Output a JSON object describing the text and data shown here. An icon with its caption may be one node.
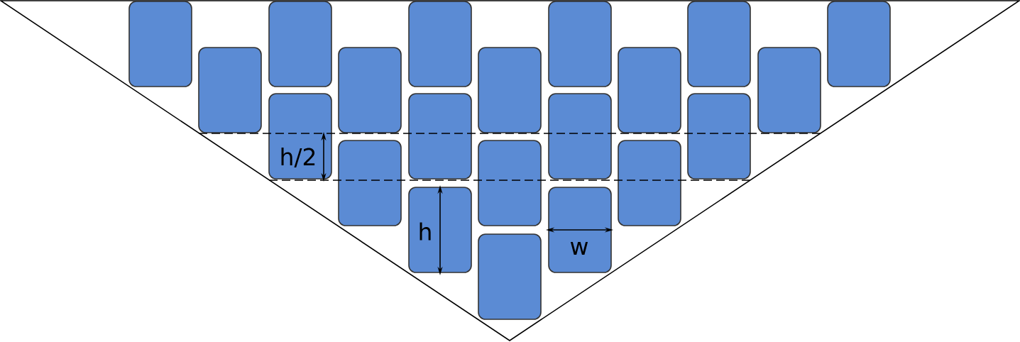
{
  "diagram": {
    "labels": [
      "h/2",
      "h",
      "w"
    ]
  }
}
